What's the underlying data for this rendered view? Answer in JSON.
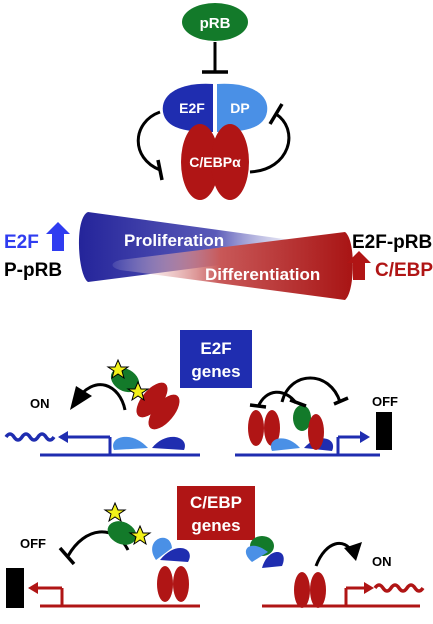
{
  "labels": {
    "prb": "pRB",
    "e2f": "E2F",
    "dp": "DP",
    "cebpa": "C/EBPα",
    "left_e2f": "E2F",
    "left_pprb": "P-pRB",
    "right_e2f_prb": "E2F-pRB",
    "right_cebpa": "C/EBPα",
    "proliferation": "Proliferation",
    "differentiation": "Differentiation",
    "e2f_genes_line1": "E2F",
    "e2f_genes_line2": "genes",
    "cebp_genes_line1": "C/EBP",
    "cebp_genes_line2": "genes",
    "on_top": "ON",
    "off_top": "OFF",
    "off_bottom": "OFF",
    "on_bottom": "ON"
  },
  "colors": {
    "e2f_blue": "#1f2db0",
    "dp_light_blue": "#4a90e6",
    "cebp_red": "#b01515",
    "prb_green": "#137a2a",
    "star_yellow": "#f2f21a",
    "proliferation_blue": "#2a2aa0",
    "differentiation_red": "#b01818",
    "arrow_blue": "#2f3cf0"
  }
}
